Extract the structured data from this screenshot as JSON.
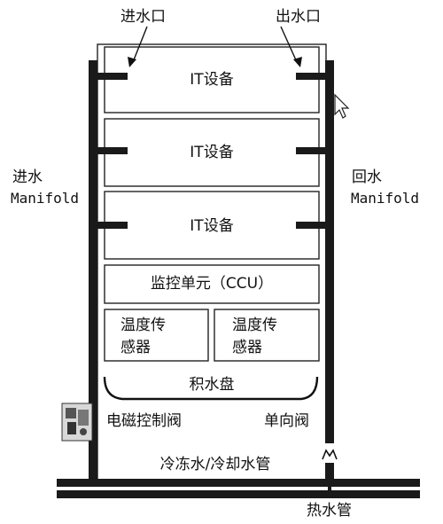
{
  "labels": {
    "inlet_port": "进水口",
    "outlet_port": "出水口",
    "supply_manifold_cn": "进水",
    "supply_manifold_en": "Manifold",
    "return_manifold_cn": "回水",
    "return_manifold_en": "Manifold",
    "solenoid_valve": "电磁控制阀",
    "check_valve": "单向阀",
    "chilled_pipe": "冷冻水/冷却水管",
    "hot_pipe": "热水管"
  },
  "boxes": {
    "it_equipment_1": "IT设备",
    "it_equipment_2": "IT设备",
    "it_equipment_3": "IT设备",
    "ccu": "监控单元（CCU）",
    "temp_sensor_left_1": "温度传",
    "temp_sensor_left_2": "感器",
    "temp_sensor_right_1": "温度传",
    "temp_sensor_right_2": "感器",
    "drip_tray": "积水盘"
  },
  "colors": {
    "line": "#1a1a1a",
    "pipe": "#1a1a1a",
    "box_border": "#222222",
    "background": "#ffffff"
  },
  "icons": {
    "cursor": "mouse-cursor-icon",
    "solenoid": "solenoid-valve-icon"
  }
}
